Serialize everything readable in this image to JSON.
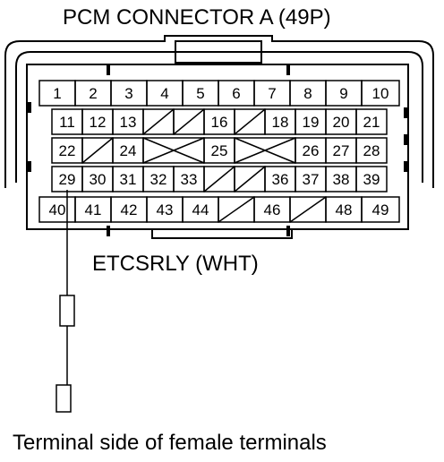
{
  "title": "PCM CONNECTOR A (49P)",
  "wire_label": "ETCSRLY (WHT)",
  "footer": "Terminal side of female terminals",
  "rows": [
    [
      "1",
      "2",
      "3",
      "4",
      "5",
      "6",
      "7",
      "8",
      "9",
      "10"
    ],
    [
      "11",
      "12",
      "13",
      "",
      "",
      "16",
      "",
      "18",
      "19",
      "20",
      "21"
    ],
    [
      "22",
      "",
      "24",
      "",
      "",
      "25",
      "",
      "",
      "26",
      "27",
      "28"
    ],
    [
      "29",
      "30",
      "31",
      "32",
      "33",
      "",
      "",
      "36",
      "37",
      "38",
      "39"
    ],
    [
      "40",
      "41",
      "42",
      "43",
      "44",
      "",
      "",
      "46",
      "",
      "48",
      "49"
    ]
  ]
}
